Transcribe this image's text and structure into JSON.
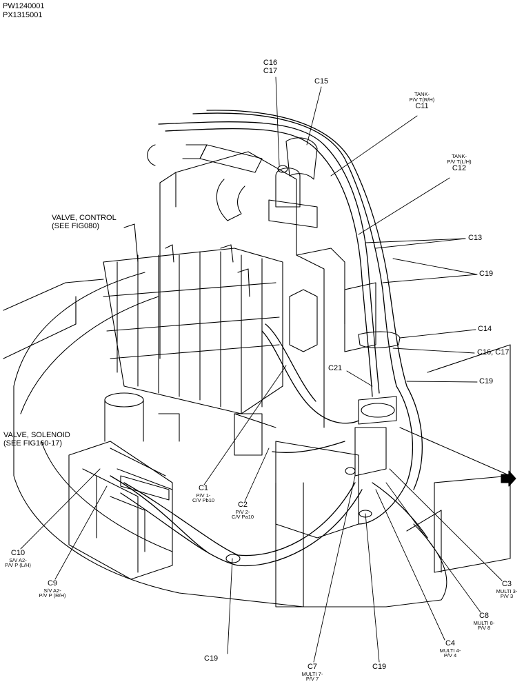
{
  "figure_ids": [
    "PW1240001",
    "PX1315001"
  ],
  "callouts": {
    "valve_control": [
      "VALVE, CONTROL",
      "(SEE FIG080)"
    ],
    "valve_solenoid": [
      "VALVE, SOLENOID",
      "(SEE FIG160-17)"
    ],
    "c16_c17_top": [
      "C16",
      "C17"
    ],
    "c15": "C15",
    "c11": {
      "id": "C11",
      "desc": [
        "TANK-",
        "P/V T(R/H)"
      ]
    },
    "c12": {
      "id": "C12",
      "desc": [
        "TANK-",
        "P/V T(L/H)"
      ]
    },
    "c13": "C13",
    "c19_right": "C19",
    "c14": "C14",
    "c16_c17_right": "C16, C17",
    "c21": "C21",
    "c19_mid": "C19",
    "c1": {
      "id": "C1",
      "desc": [
        "P/V 1-",
        "C/V Pb10"
      ]
    },
    "c2": {
      "id": "C2",
      "desc": [
        "P/V 2-",
        "C/V Pa10"
      ]
    },
    "c10": {
      "id": "C10",
      "desc": [
        "S/V A2-",
        "P/V P (L/H)"
      ]
    },
    "c9": {
      "id": "C9",
      "desc": [
        "S/V A2-",
        "P/V P (R/H)"
      ]
    },
    "c3": {
      "id": "C3",
      "desc": [
        "MULTI 3-",
        "P/V 3"
      ]
    },
    "c8": {
      "id": "C8",
      "desc": [
        "MULTI 8-",
        "P/V 8"
      ]
    },
    "c4": {
      "id": "C4",
      "desc": [
        "MULTI 4-",
        "P/V 4"
      ]
    },
    "c7": {
      "id": "C7",
      "desc": [
        "MULTI 7-",
        "P/V 7"
      ]
    },
    "c19_bottom_left": "C19",
    "c19_bottom_right": "C19"
  },
  "icons": [
    "direction-arrow-icon"
  ]
}
